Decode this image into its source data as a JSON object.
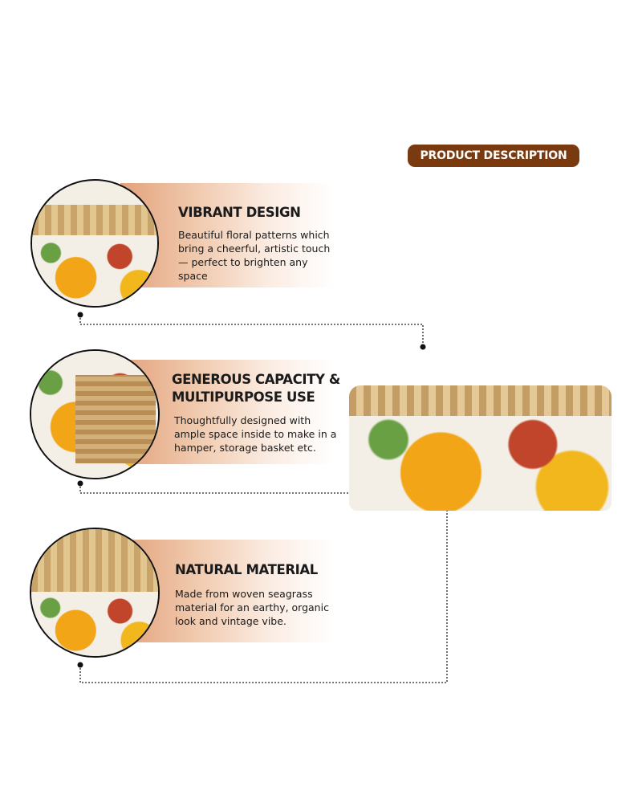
{
  "header": {
    "badge": "PRODUCT DESCRIPTION"
  },
  "features": [
    {
      "title": "VIBRANT DESIGN",
      "description": "Beautiful floral patterns which bring a cheerful, artistic touch — perfect to brighten any space"
    },
    {
      "title": "GENEROUS CAPACITY & MULTIPURPOSE USE",
      "description": "Thoughtfully designed with ample space inside to make in a hamper, storage basket etc."
    },
    {
      "title": "NATURAL MATERIAL",
      "description": "Made from woven seagrass material for an earthy, organic look and vintage vibe."
    }
  ],
  "colors": {
    "badge": "#7a3a10",
    "band": "#e2a27c"
  }
}
